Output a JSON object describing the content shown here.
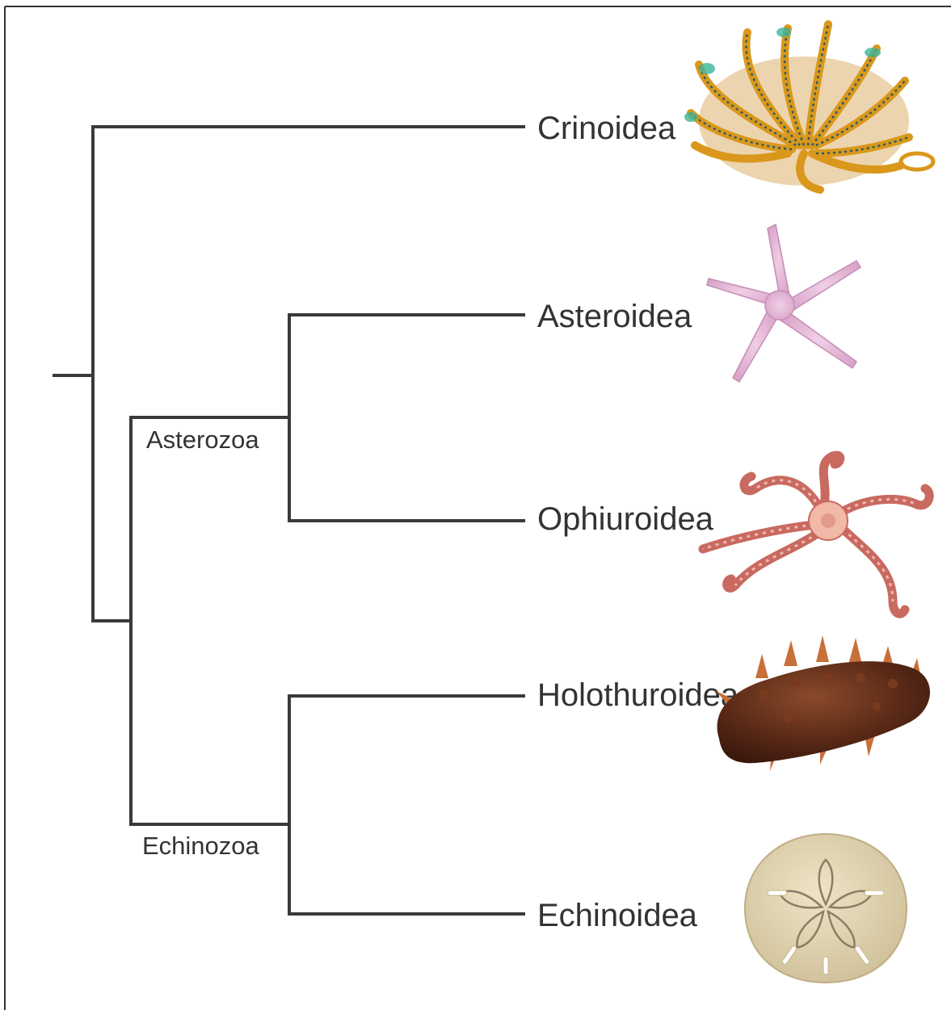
{
  "taxa": {
    "crinoidea": "Crinoidea",
    "asteroidea": "Asteroidea",
    "ophiuroidea": "Ophiuroidea",
    "holothuroidea": "Holothuroidea",
    "echinoidea": "Echinoidea"
  },
  "clades": {
    "asterozoa": "Asterozoa",
    "echinozoa": "Echinozoa"
  },
  "icons": {
    "crinoidea": "feather-star-icon",
    "asteroidea": "starfish-icon",
    "ophiuroidea": "brittle-star-icon",
    "holothuroidea": "sea-cucumber-icon",
    "echinoidea": "sand-dollar-icon"
  },
  "colors": {
    "branch": "#3a3a3a",
    "text": "#333333",
    "crinoid_body": "#d9981b",
    "starfish": "#e3b7d6",
    "brittle_star": "#d98a82",
    "sea_cucumber": "#5a2a17",
    "sand_dollar": "#ddd0ad"
  }
}
